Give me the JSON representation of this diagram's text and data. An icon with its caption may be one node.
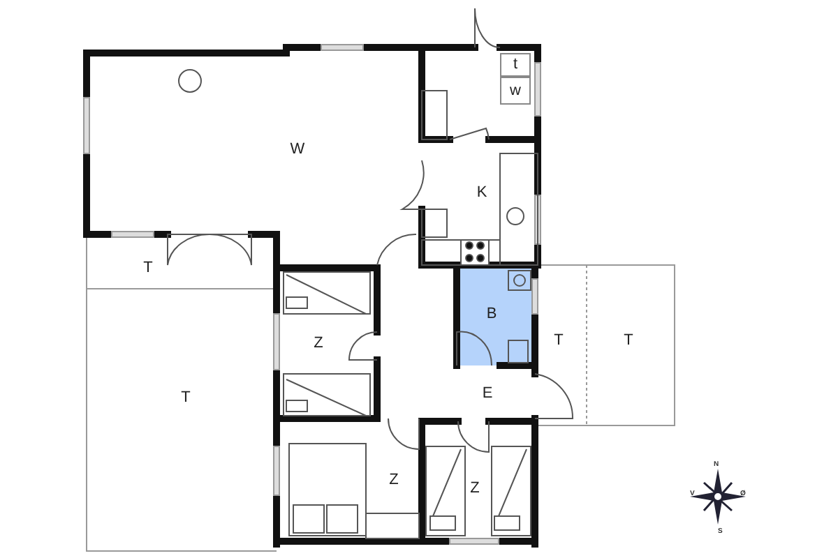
{
  "diagram": {
    "nodes": [
      {
        "text": [
          "W"
        ]
      },
      {
        "text": [
          "t"
        ]
      },
      {
        "text": [
          "w"
        ]
      },
      {
        "text": [
          "K"
        ]
      },
      {
        "text": [
          "T"
        ]
      },
      {
        "text": [
          "Z"
        ]
      },
      {
        "text": [
          "B"
        ]
      },
      {
        "text": [
          "T"
        ]
      },
      {
        "text": [
          "T"
        ]
      },
      {
        "text": [
          "E"
        ]
      },
      {
        "text": [
          "T"
        ]
      },
      {
        "text": [
          "Z"
        ]
      },
      {
        "text": [
          "Z"
        ]
      }
    ],
    "labels": [
      "N",
      "V",
      "Ø",
      "S"
    ]
  }
}
